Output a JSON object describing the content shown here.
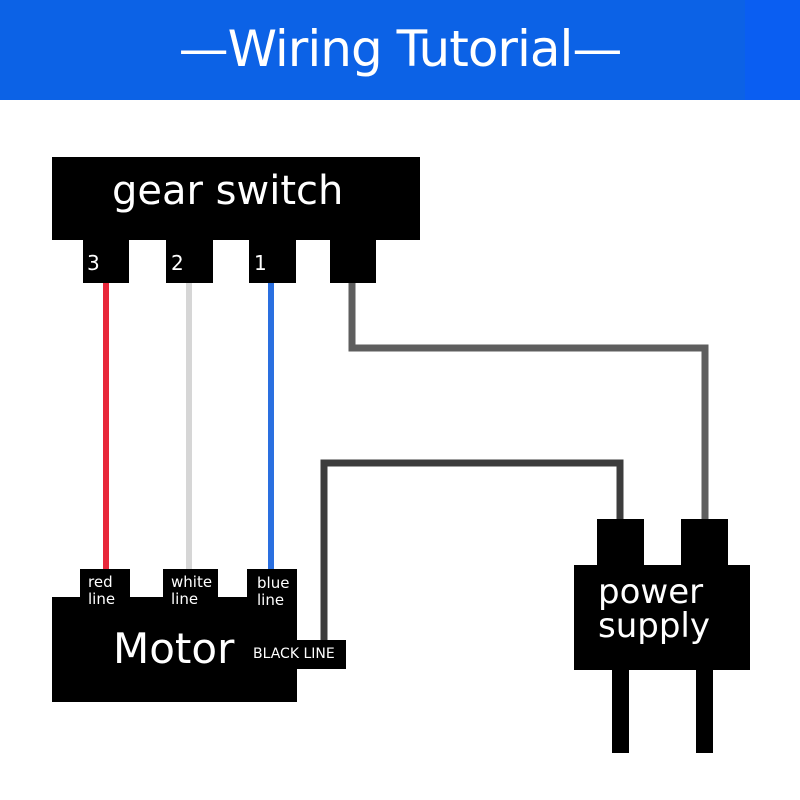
{
  "header": {
    "title": "—Wiring Tutorial—",
    "background_color": "#0c62e6"
  },
  "gear_switch": {
    "label": "gear switch",
    "terminals": [
      {
        "label": "3",
        "wire_color": "#e8273a"
      },
      {
        "label": "2",
        "wire_color": "#d6d6d6"
      },
      {
        "label": "1",
        "wire_color": "#2a6fe0"
      },
      {
        "label": "",
        "wire_color": "#5a5a5a"
      }
    ]
  },
  "motor": {
    "label": "Motor",
    "terminals": [
      {
        "line1": "red",
        "line2": "line"
      },
      {
        "line1": "white",
        "line2": "line"
      },
      {
        "line1": "blue",
        "line2": "line"
      }
    ],
    "black_line_label": "BLACK LINE"
  },
  "power_supply": {
    "line1": "power",
    "line2": "supply"
  },
  "wire_colors": {
    "red": "#e8273a",
    "white": "#d6d6d6",
    "blue": "#2a6fe0",
    "gray": "#5e5e5e",
    "black": "#3c3c3c"
  }
}
